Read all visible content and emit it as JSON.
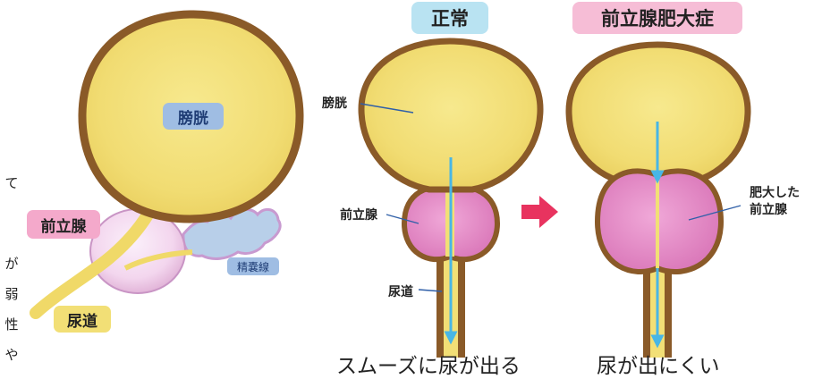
{
  "side_text_fragments": [
    "て",
    "が",
    "弱",
    "性",
    "や"
  ],
  "left_illustration": {
    "bladder_label": "膀胱",
    "prostate_label": "前立腺",
    "seminal_vesicle_label": "精嚢線",
    "urethra_label": "尿道"
  },
  "normal_panel": {
    "title": "正常",
    "bladder_label": "膀胱",
    "prostate_label": "前立腺",
    "urethra_label": "尿道",
    "caption": "スムーズに尿が出る"
  },
  "enlarged_panel": {
    "title": "前立腺肥大症",
    "prostate_label_line1": "肥大した",
    "prostate_label_line2": "前立腺",
    "caption": "尿が出にくい"
  },
  "colors": {
    "bladder_fill": "#f2df76",
    "bladder_outline": "#8a5a28",
    "prostate_fill": "#e08cc6",
    "urine_arrow": "#48b6e6",
    "normal_title_bg": "#b9e3f2",
    "enlarged_title_bg": "#f6bdd6",
    "transition_arrow": "#e8335f"
  }
}
